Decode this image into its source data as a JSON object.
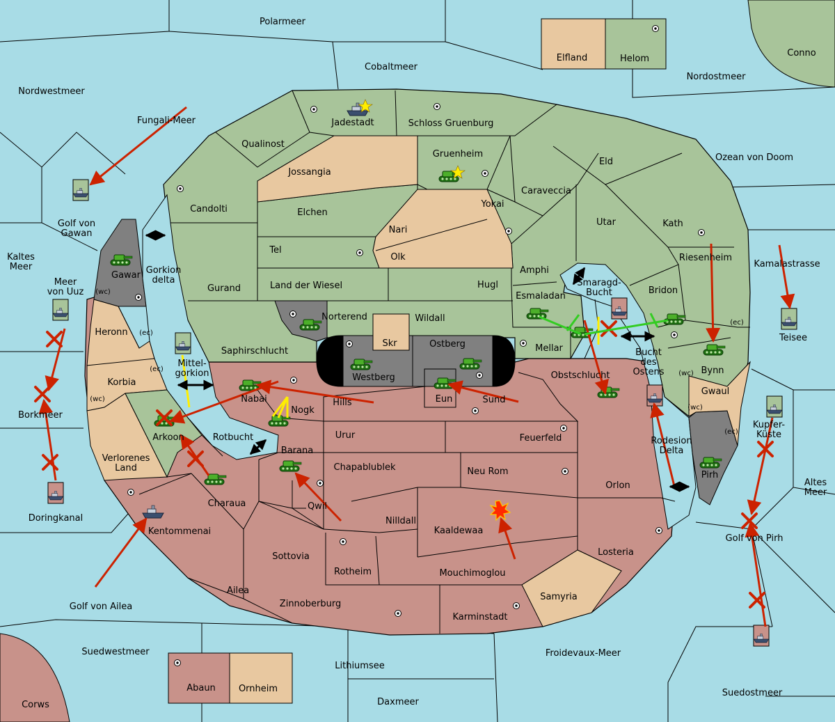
{
  "map": {
    "colors": {
      "sea": "#a8dce6",
      "north_land": "#a8c49a",
      "south_land": "#c8928a",
      "neutral_land": "#e8c8a0",
      "impassable": "#808080",
      "border": "#000000",
      "order_arrow": "#cc2200",
      "support_yellow": "#ffee00",
      "support_green": "#33cc22",
      "convoy_black": "#000000"
    },
    "regions": {
      "polarmeer": "Polarmeer",
      "cobaltmeer": "Cobaltmeer",
      "elfland": "Elfland",
      "helom": "Helom",
      "conno": "Conno",
      "nordostmeer": "Nordostmeer",
      "nordwestmeer": "Nordwestmeer",
      "fungali_meer": "Fungali-Meer",
      "jadestadt": "Jadestadt",
      "schloss_gruenburg": "Schloss Gruenburg",
      "qualinost": "Qualinost",
      "jossangia": "Jossangia",
      "gruenheim": "Gruenheim",
      "eld": "Eld",
      "ozean_von_doom": "Ozean von Doom",
      "candolti": "Candolti",
      "elchen": "Elchen",
      "caraveccia": "Caraveccia",
      "yokai": "Yokai",
      "nari": "Nari",
      "utar": "Utar",
      "kath": "Kath",
      "golf_von_gawan": "Golf von\nGawan",
      "kaltes_meer": "Kaltes\nMeer",
      "tel": "Tel",
      "olk": "Olk",
      "amphi": "Amphi",
      "riesenheim": "Riesenheim",
      "kamalastrasse": "Kamalastrasse",
      "gawar": "Gawar",
      "gorkion_delta": "Gorkion\ndelta",
      "gurand": "Gurand",
      "land_der_wiesel": "Land der Wiesel",
      "hugl": "Hugl",
      "smaragd_bucht": "Smaragd-\nBucht",
      "bridon": "Bridon",
      "meer_von_uuz": "Meer\nvon Uuz",
      "heronn": "Heronn",
      "esmaladan": "Esmaladan",
      "norterend": "Norterend",
      "wildall": "Wildall",
      "teisee": "Teisee",
      "saphirschlucht": "Saphirschlucht",
      "skr": "Skr",
      "ostberg": "Ostberg",
      "mellar": "Mellar",
      "bucht_des_ostens": "Bucht\ndes\nOstens",
      "bynn": "Bynn",
      "mittel_gorkion": "Mittel-\ngorkion",
      "korbia": "Korbia",
      "westberg": "Westberg",
      "obstschlucht": "Obstschlucht",
      "gwaul": "Gwaul",
      "nabai": "Nabai",
      "hills": "Hills",
      "eun": "Eun",
      "sund": "Sund",
      "borkmeer": "Borkmeer",
      "nogk": "Nogk",
      "kupfer_kueste": "Kupfer-\nKüste",
      "arkoon": "Arkoon",
      "rotbucht": "Rotbucht",
      "urur": "Urur",
      "feuerfeld": "Feuerfeld",
      "rodesion_delta": "Rodesion\nDelta",
      "verlorenes_land": "Verlorenes\nLand",
      "barana": "Barana",
      "chapablublek": "Chapablublek",
      "neu_rom": "Neu Rom",
      "orlon": "Orlon",
      "pirh": "Pirh",
      "altes_meer": "Altes\nMeer",
      "doringkanal": "Doringkanal",
      "charaua": "Charaua",
      "qwil": "Qwil",
      "nilldall": "Nilldall",
      "kentommenai": "Kentommenai",
      "kaaldewaa": "Kaaldewaa",
      "golf_von_pirh": "Golf von Pirh",
      "sottovia": "Sottovia",
      "losteria": "Losteria",
      "rotheim": "Rotheim",
      "mouchimoglou": "Mouchimoglou",
      "ailea": "Ailea",
      "samyria": "Samyria",
      "golf_von_ailea": "Golf von Ailea",
      "zinnoberburg": "Zinnoberburg",
      "karminstadt": "Karminstadt",
      "suedwestmeer": "Suedwestmeer",
      "froidevaux_meer": "Froidevaux-Meer",
      "lithiumsee": "Lithiumsee",
      "abaun": "Abaun",
      "ornheim": "Ornheim",
      "suedostmeer": "Suedostmeer",
      "corws": "Corws",
      "daxmeer": "Daxmeer"
    },
    "coast_labels": {
      "wc": "(wc)",
      "ec": "(ec)"
    },
    "icons": {
      "army": "tank-icon",
      "fleet": "ship-icon",
      "supply_center": "supply-center-icon",
      "home_star": "star-icon",
      "failed": "cross-icon",
      "destroyed": "explosion-icon"
    }
  }
}
